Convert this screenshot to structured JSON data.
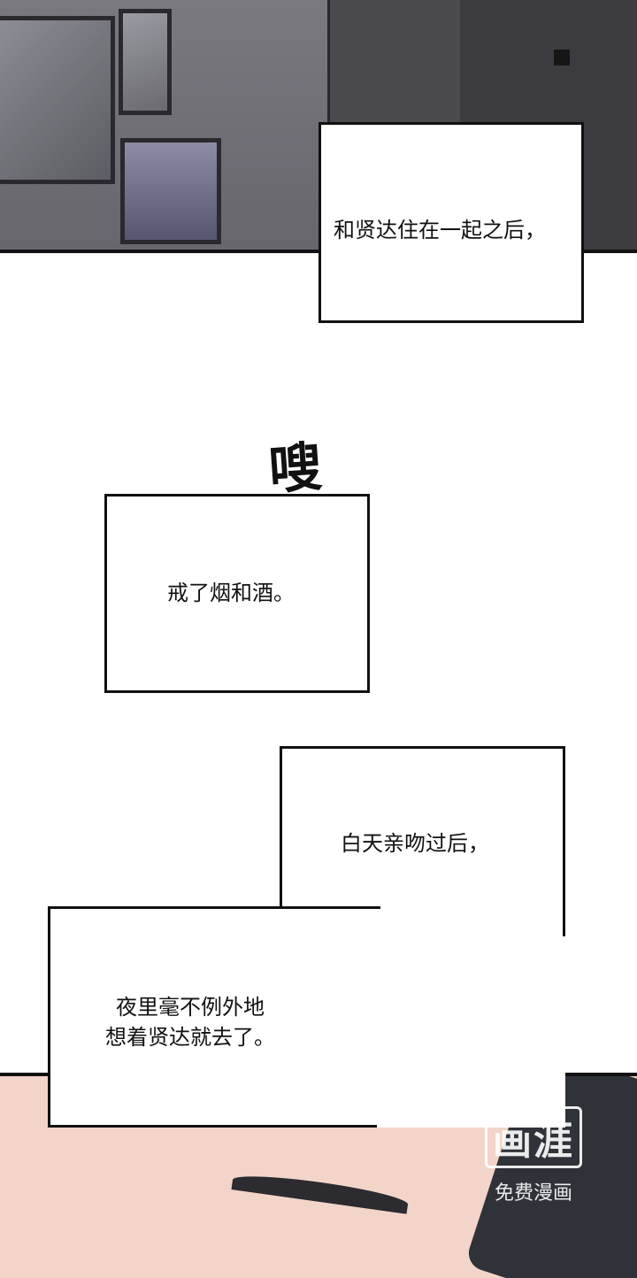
{
  "captions": {
    "c1": "和贤达住在一起之后，",
    "c2": "戒了烟和酒。",
    "c3": "白天亲吻过后，",
    "c4": "夜里毫不例外地\n想着贤达就去了。"
  },
  "sfx": "嗖",
  "watermark": {
    "logo": "画涯",
    "sub": "免费漫画"
  },
  "colors": {
    "border": "#111111",
    "skin": "#f2d5c8",
    "wall": "#6f6e76"
  }
}
